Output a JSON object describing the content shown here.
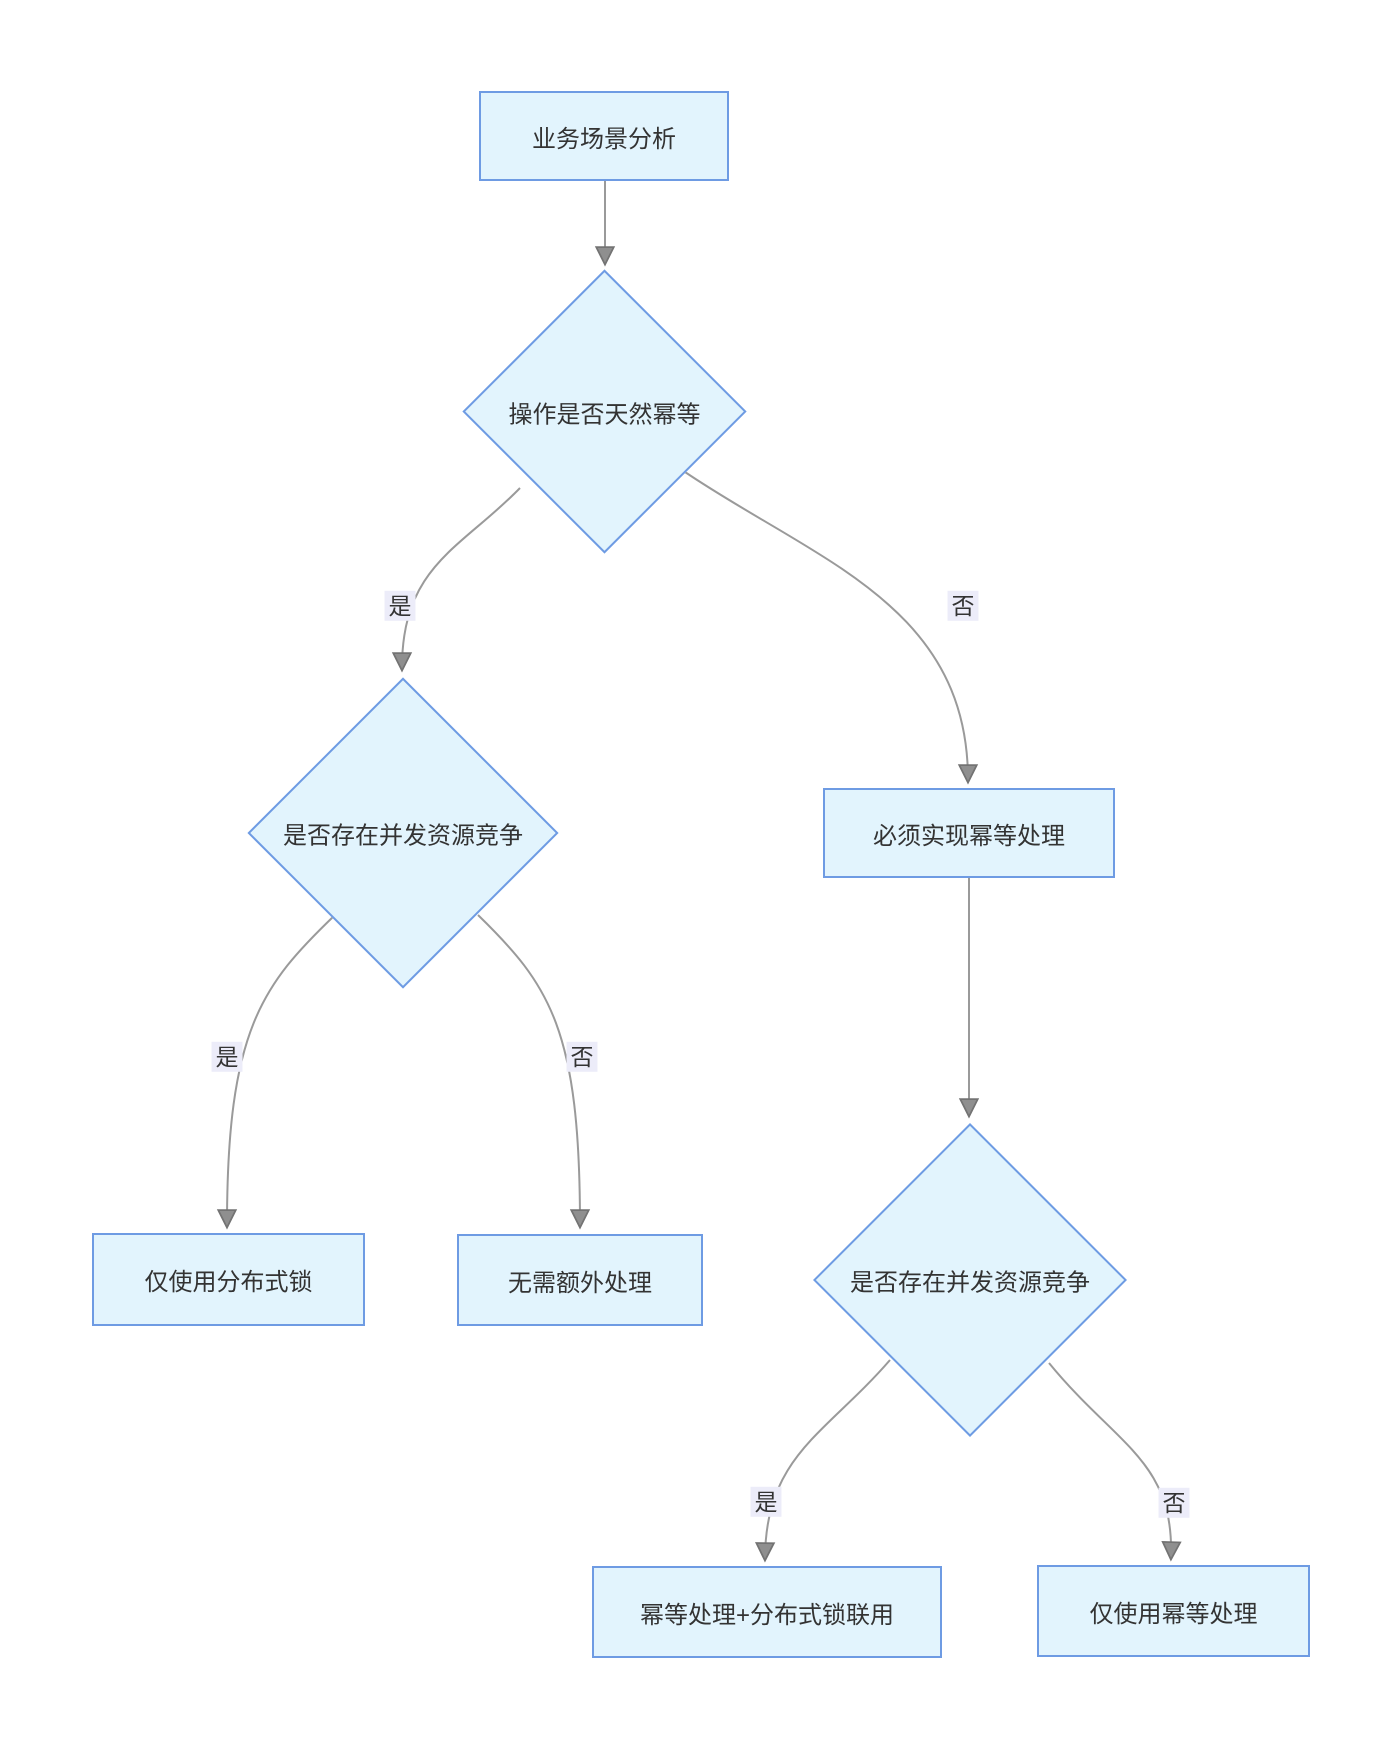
{
  "diagram": {
    "type": "flowchart",
    "direction": "top-down",
    "colors": {
      "node_fill": "#e2f4fd",
      "node_border": "#6e9be3",
      "edge_line": "#9a9a9a",
      "arrowhead_fill": "#8f8f8f",
      "edge_label_bg": "#ececf9",
      "text": "#333333",
      "background": "#ffffff"
    },
    "nodes": [
      {
        "id": "A",
        "shape": "rect",
        "label": "业务场景分析"
      },
      {
        "id": "B",
        "shape": "diamond",
        "label": "操作是否天然幂等"
      },
      {
        "id": "C",
        "shape": "diamond",
        "label": "是否存在并发资源竞争"
      },
      {
        "id": "D",
        "shape": "rect",
        "label": "必须实现幂等处理"
      },
      {
        "id": "E",
        "shape": "rect",
        "label": "仅使用分布式锁"
      },
      {
        "id": "F",
        "shape": "rect",
        "label": "无需额外处理"
      },
      {
        "id": "G",
        "shape": "diamond",
        "label": "是否存在并发资源竞争"
      },
      {
        "id": "H",
        "shape": "rect",
        "label": "幂等处理+分布式锁联用"
      },
      {
        "id": "I",
        "shape": "rect",
        "label": "仅使用幂等处理"
      }
    ],
    "edges": [
      {
        "from": "A",
        "to": "B",
        "label": ""
      },
      {
        "from": "B",
        "to": "C",
        "label": "是"
      },
      {
        "from": "B",
        "to": "D",
        "label": "否"
      },
      {
        "from": "C",
        "to": "E",
        "label": "是"
      },
      {
        "from": "C",
        "to": "F",
        "label": "否"
      },
      {
        "from": "D",
        "to": "G",
        "label": ""
      },
      {
        "from": "G",
        "to": "H",
        "label": "是"
      },
      {
        "from": "G",
        "to": "I",
        "label": "否"
      }
    ]
  }
}
